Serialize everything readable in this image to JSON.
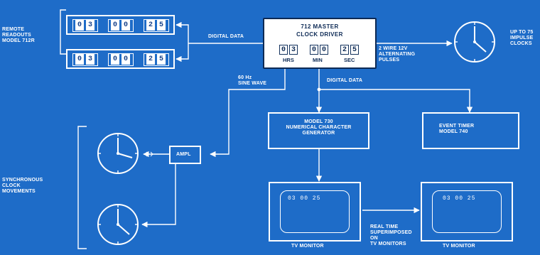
{
  "labels": {
    "remote_readouts": [
      "REMOTE",
      "READOUTS",
      "MODEL 712R"
    ],
    "digital_data_left": "DIGITAL DATA",
    "digital_data_center": "DIGITAL DATA",
    "sine_wave": [
      "60 Hz",
      "SINE WAVE"
    ],
    "two_wire": [
      "2 WIRE 12V",
      "ALTERNATING",
      "PULSES"
    ],
    "impulse_clocks": [
      "UP TO 75",
      "IMPULSE",
      "CLOCKS"
    ],
    "synchronous": [
      "SYNCHRONOUS",
      "CLOCK",
      "MOVEMENTS"
    ],
    "real_time": [
      "REAL TIME",
      "SUPERIMPOSED",
      "ON",
      "TV MONITORS"
    ],
    "tv_monitor_left": "TV MONITOR",
    "tv_monitor_right": "TV MONITOR"
  },
  "master": {
    "title_1": "712 MASTER",
    "title_2": "CLOCK DRIVER",
    "hours": [
      "0",
      "3"
    ],
    "minutes": [
      "0",
      "0"
    ],
    "seconds": [
      "2",
      "5"
    ],
    "unit_hrs": "HRS",
    "unit_min": "MIN",
    "unit_sec": "SEC"
  },
  "readouts": [
    {
      "hours": [
        "0",
        "3"
      ],
      "minutes": [
        "0",
        "0"
      ],
      "seconds": [
        "2",
        "5"
      ]
    },
    {
      "hours": [
        "0",
        "3"
      ],
      "minutes": [
        "0",
        "0"
      ],
      "seconds": [
        "2",
        "5"
      ]
    }
  ],
  "ampl": "AMPL",
  "generator": [
    "MODEL 730",
    "NUMERICAL CHARACTER",
    "GENERATOR"
  ],
  "event_timer": [
    "EVENT TIMER",
    "MODEL 740"
  ],
  "tv_left_time": "03  00  25",
  "tv_right_time": "03  00  25",
  "colors": {
    "background": "#1e6cc8",
    "line": "#ffffff",
    "master_ink": "#0d2a55"
  }
}
